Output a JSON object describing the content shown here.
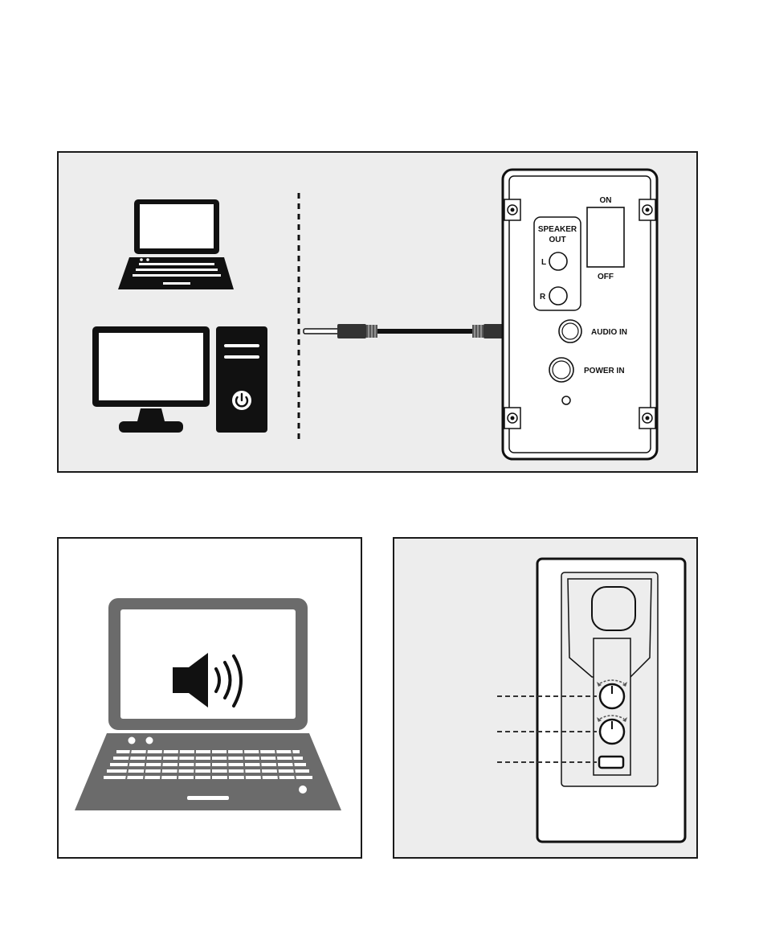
{
  "panel_connection": {
    "labels": {
      "speaker_out_line1": "SPEAKER",
      "speaker_out_line2": "OUT",
      "left": "L",
      "right": "R",
      "on": "ON",
      "off": "OFF",
      "audio_in": "AUDIO IN",
      "power_in": "POWER IN"
    }
  },
  "colors": {
    "panel_bg": "#ededed",
    "device_black": "#111111",
    "laptop_gray": "#6b6b6b",
    "border": "#1a1a1a"
  },
  "icons": {
    "laptop": "laptop-icon",
    "desktop": "desktop-computer-icon",
    "power": "power-icon",
    "speaker_volume": "speaker-volume-icon",
    "audio_cable": "aux-cable-icon"
  }
}
